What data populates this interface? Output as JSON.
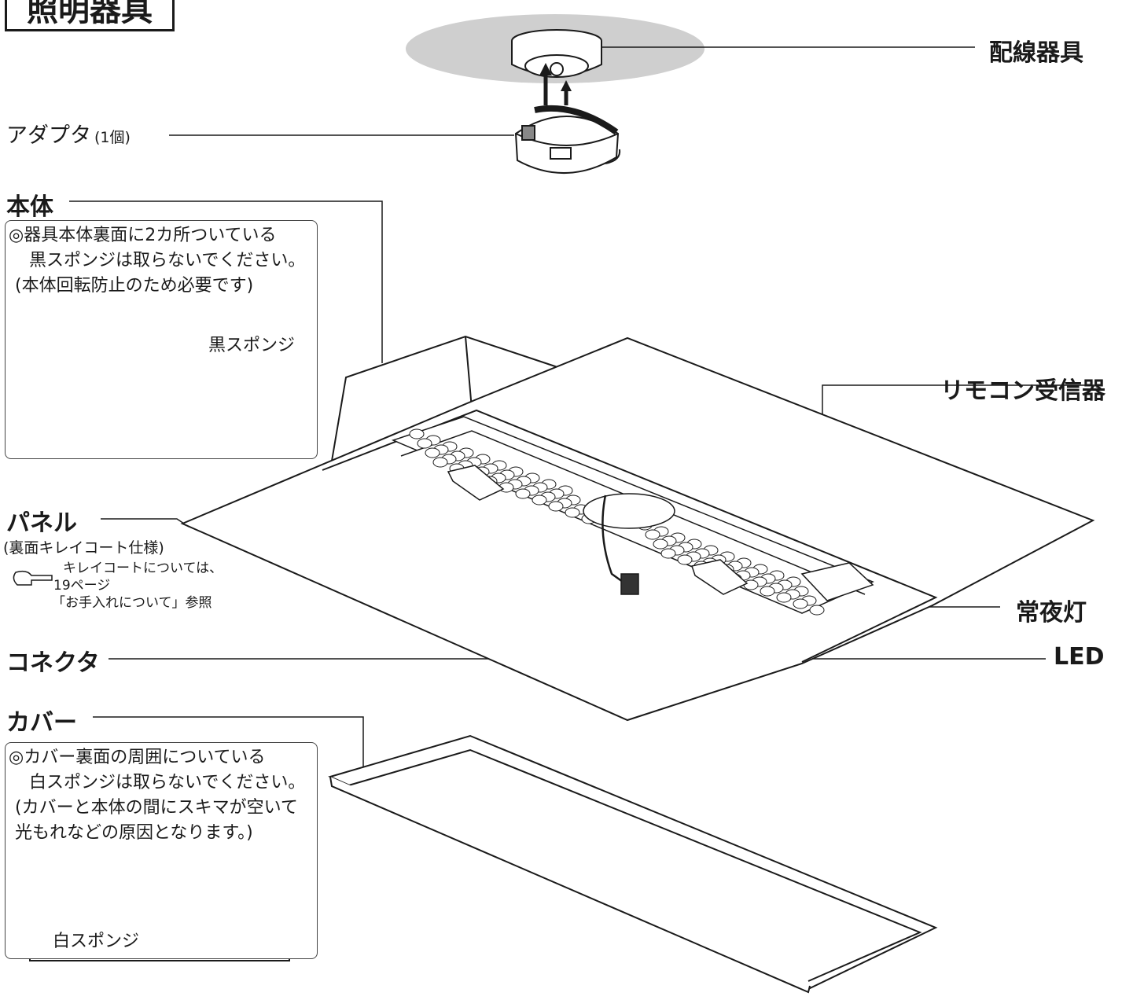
{
  "title": "照明器具",
  "parts": {
    "wiring": "配線器具",
    "adapter": "アダプタ",
    "adapter_qty": "(1個)",
    "body": "本体",
    "remote_receiver": "リモコン受信器",
    "panel": "パネル",
    "panel_sub": "(裏面キレイコート仕様)",
    "panel_ref": [
      "キレイコートについては、",
      "19ページ",
      "「お手入れについて」参照"
    ],
    "night_light": "常夜灯",
    "connector": "コネクタ",
    "led": "LED",
    "cover": "カバー"
  },
  "body_note": {
    "lines": [
      "◎器具本体裏面に2カ所ついている",
      "黒スポンジは取らないでください。",
      "(本体回転防止のため必要です)"
    ],
    "callout": "黒スポンジ"
  },
  "cover_note": {
    "lines": [
      "◎カバー裏面の周囲についている",
      "白スポンジは取らないでください。",
      "(カバーと本体の間にスキマが空いて",
      "光もれなどの原因となります。)"
    ],
    "callout": "白スポンジ"
  },
  "colors": {
    "ceiling": "#cfcfcf",
    "line": "#1a1a1a",
    "sponge": "#555555"
  },
  "icons": [
    "pointing-hand-icon"
  ]
}
